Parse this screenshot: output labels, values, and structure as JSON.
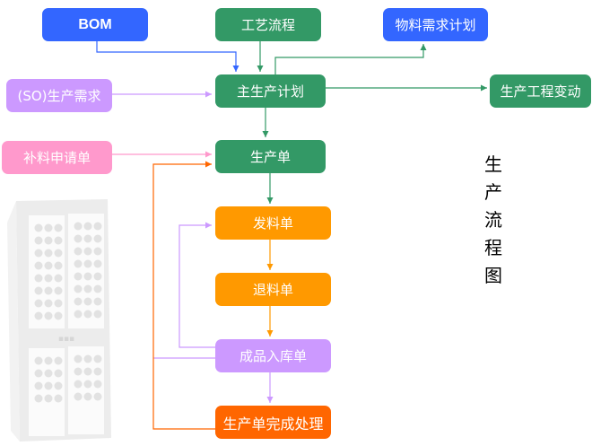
{
  "diagram": {
    "title_vertical": [
      "生",
      "产",
      "流",
      "程",
      "图"
    ],
    "nodes": {
      "bom": "BOM",
      "routing": "工艺流程",
      "mrp": "物料需求计划",
      "sales_order": "(SO)生产需求",
      "mps": "主生产计划",
      "eco": "生产工程变动",
      "supplement": "补料申请单",
      "production_order": "生产单",
      "material_issue": "发料单",
      "material_return": "退料单",
      "finished_goods_receipt": "成品入库单",
      "order_completion": "生产单完成处理"
    },
    "edges": [
      {
        "from": "bom",
        "to": "mps"
      },
      {
        "from": "routing",
        "to": "mps"
      },
      {
        "from": "mps",
        "to": "mrp"
      },
      {
        "from": "sales_order",
        "to": "mps"
      },
      {
        "from": "mps",
        "to": "eco"
      },
      {
        "from": "mps",
        "to": "production_order"
      },
      {
        "from": "supplement",
        "to": "production_order"
      },
      {
        "from": "production_order",
        "to": "material_issue"
      },
      {
        "from": "material_issue",
        "to": "material_return"
      },
      {
        "from": "material_return",
        "to": "finished_goods_receipt"
      },
      {
        "from": "finished_goods_receipt",
        "to": "material_issue"
      },
      {
        "from": "finished_goods_receipt",
        "to": "order_completion"
      },
      {
        "from": "order_completion",
        "to": "production_order"
      }
    ],
    "colors": {
      "blue": "#3366ff",
      "green": "#339966",
      "purple": "#cc99ff",
      "pink": "#ff99cc",
      "amber": "#ff9900",
      "orange": "#ff6600"
    }
  }
}
